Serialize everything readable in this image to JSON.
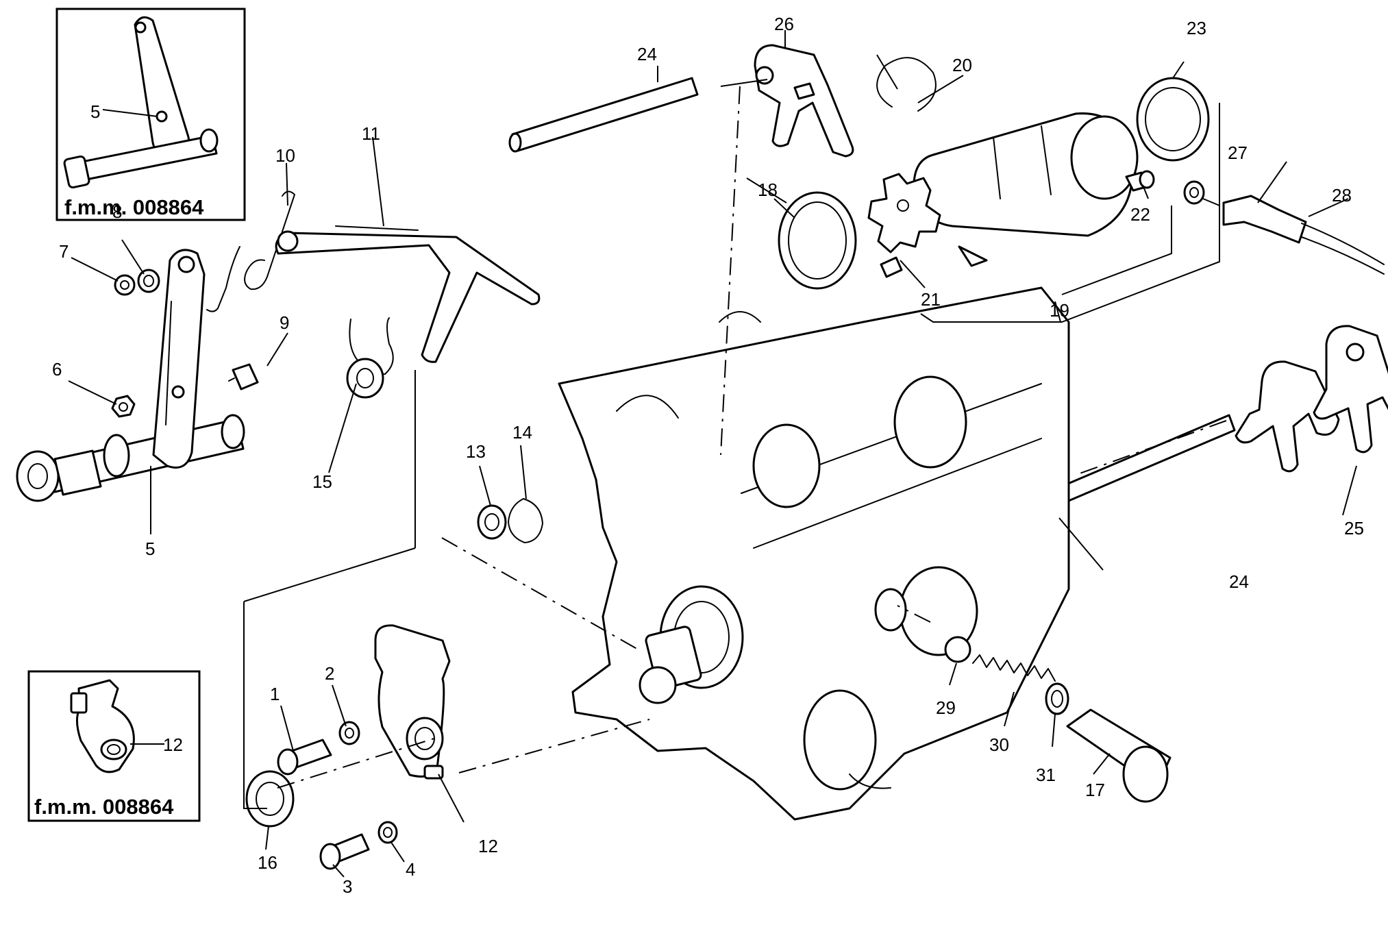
{
  "insets": [
    {
      "label": "f.m.m.  008864",
      "callout": "5"
    },
    {
      "label": "f.m.m. 008864",
      "callout": "12"
    }
  ],
  "callouts": {
    "c1": "1",
    "c2": "2",
    "c3": "3",
    "c4": "4",
    "c5": "5",
    "c6": "6",
    "c7": "7",
    "c8": "8",
    "c9": "9",
    "c10": "10",
    "c11": "11",
    "c12": "12",
    "c13": "13",
    "c14": "14",
    "c15": "15",
    "c16": "16",
    "c17": "17",
    "c18": "18",
    "c19": "19",
    "c20": "20",
    "c21": "21",
    "c22": "22",
    "c23": "23",
    "c24a": "24",
    "c24b": "24",
    "c25": "25",
    "c26": "26",
    "c27": "27",
    "c28": "28",
    "c29": "29",
    "c30": "30",
    "c31": "31"
  }
}
